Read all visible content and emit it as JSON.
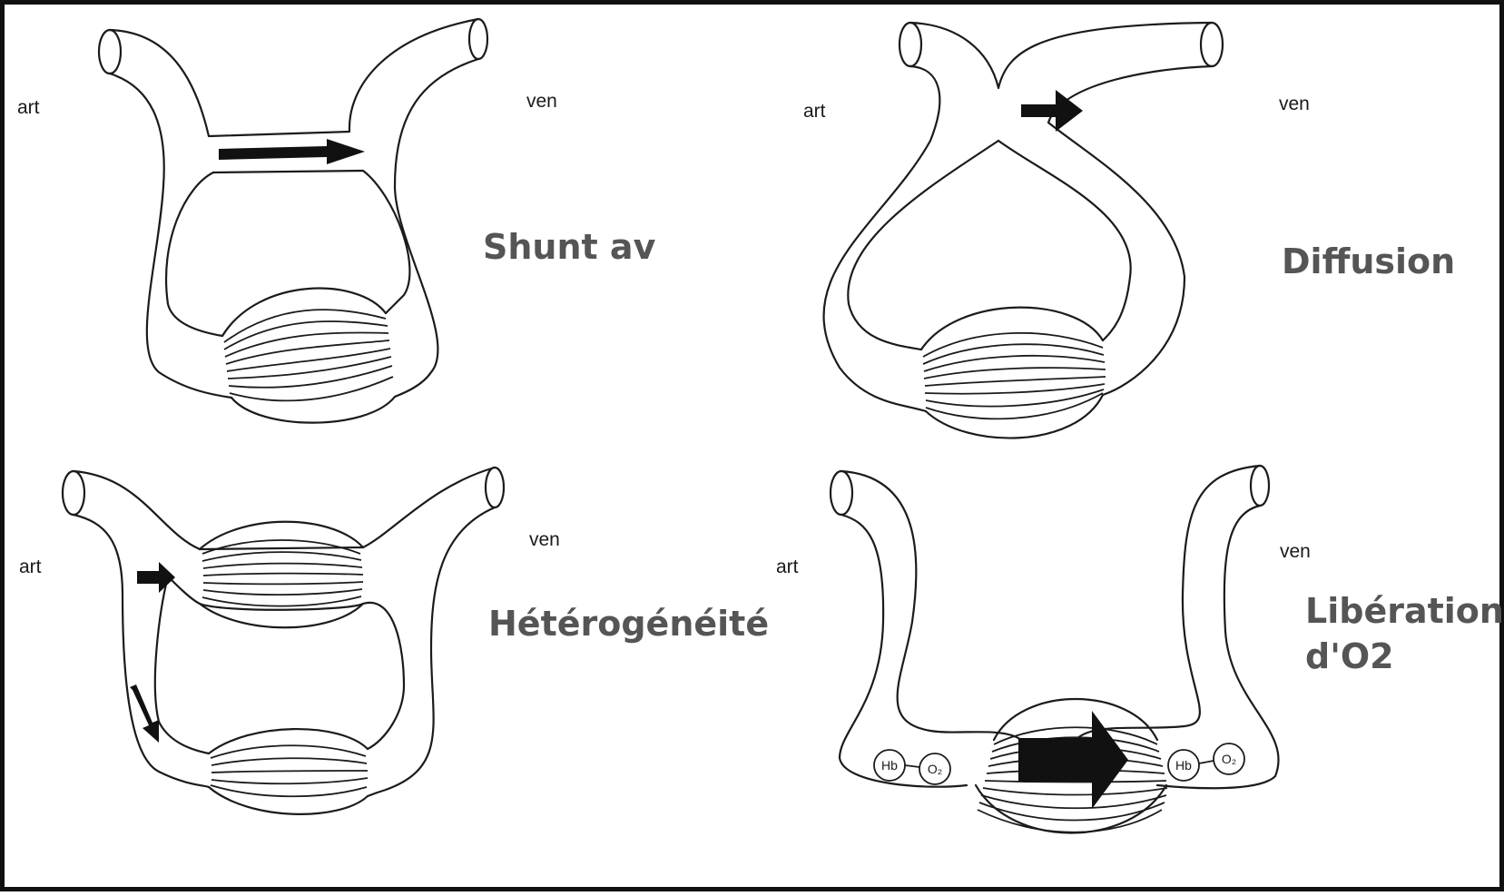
{
  "colors": {
    "line": "#1b1b1b",
    "title": "#555555",
    "frame": "#111111"
  },
  "panels": {
    "shunt": {
      "artery_label": "art",
      "vein_label": "ven",
      "title": "Shunt av"
    },
    "diffusion": {
      "artery_label": "art",
      "vein_label": "ven",
      "title": "Diffusion"
    },
    "heterogeneity": {
      "artery_label": "art",
      "vein_label": "ven",
      "title": "Hétérogénéité"
    },
    "release": {
      "artery_label": "art",
      "vein_label": "ven",
      "title_line1": "Libération",
      "title_line2": "d'O2",
      "molecule_left": {
        "hb": "Hb",
        "o2": "O₂"
      },
      "molecule_right": {
        "hb": "Hb",
        "o2": "O₂"
      }
    }
  }
}
